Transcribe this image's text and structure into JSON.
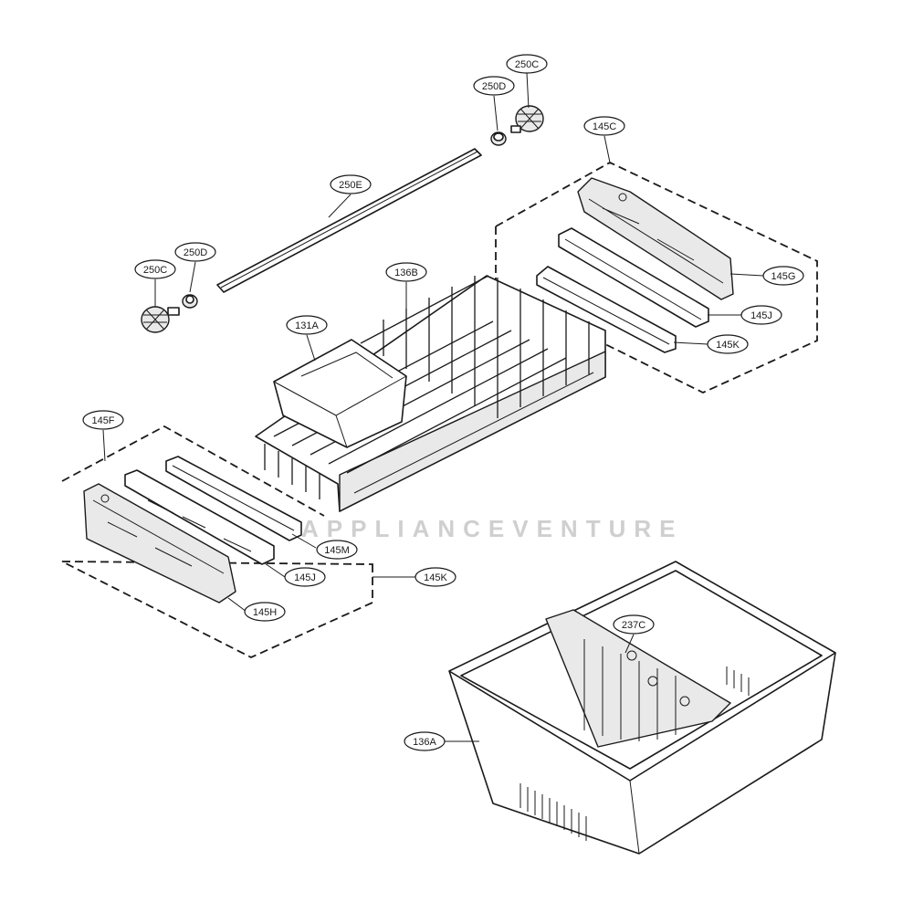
{
  "labels": {
    "l250C_top": "250C",
    "l250D_top": "250D",
    "l250E": "250E",
    "l250C_left": "250C",
    "l250D_left": "250D",
    "l145C": "145C",
    "l145G": "145G",
    "l145J_right": "145J",
    "l145K_right": "145K",
    "l136B": "136B",
    "l131A": "131A",
    "l145F": "145F",
    "l145M": "145M",
    "l145J_left": "145J",
    "l145K_left": "145K",
    "l145H": "145H",
    "l237C": "237C",
    "l136A": "136A"
  },
  "watermark": "APPLIANCEVENTURE"
}
